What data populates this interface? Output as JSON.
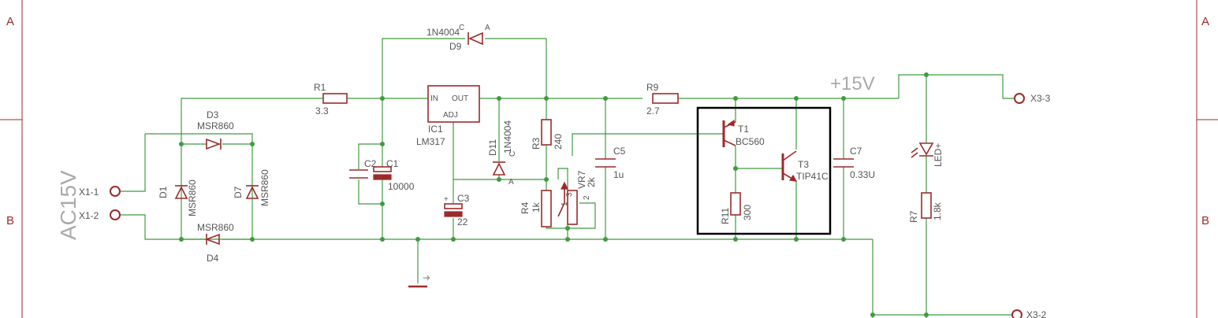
{
  "zones": {
    "a_left": "A",
    "b_left": "B",
    "a_right": "A",
    "b_right": "B"
  },
  "labels": {
    "ac15v": "AC15V",
    "plus15v": "+15V",
    "x1_1": "X1-1",
    "x1_2": "X1-2",
    "x3_3": "X3-3",
    "x3_2": "X3-2",
    "d1": "D1",
    "d1_val": "MSR860",
    "d3": "D3",
    "d3_val": "MSR860",
    "d4": "D4",
    "d4_val": "MSR860",
    "d7": "D7",
    "d7_val": "MSR860",
    "r1": "R1",
    "r1_val": "3.3",
    "c2": "C2",
    "c1": "C1",
    "c1_val": "10000",
    "ic1": "IC1",
    "ic1_val": "LM317",
    "ic_in": "IN",
    "ic_out": "OUT",
    "ic_adj": "ADJ",
    "d9_val": "1N4004",
    "d9": "D9",
    "d9_c": "C",
    "d9_a": "A",
    "d11": "D11",
    "d11_val": "1N4004",
    "d11_c": "C",
    "d11_a": "A",
    "c3": "C3",
    "c3_val": "22",
    "c3_plus": "+",
    "r3": "R3",
    "r3_val": "240",
    "r4": "R4",
    "r4_val": "1k",
    "vr7": "VR7",
    "vr7_val": "2k",
    "vr7_p1": "1",
    "vr7_p2": "2",
    "vr7_p3": "3",
    "c5": "C5",
    "c5_val": "1u",
    "r9": "R9",
    "r9_val": "2.7",
    "t1": "T1",
    "t1_val": "BC560",
    "t3": "T3",
    "t3_val": "TIP41C",
    "r11": "R11",
    "r11_val": "300",
    "c7": "C7",
    "c7_val": "0.33U",
    "led": "LED+",
    "r7": "R7",
    "r7_val": "1.8k",
    "gnd": "⏚"
  },
  "colors": {
    "wire": "#3f9b3f",
    "part": "#9b2b2b",
    "text": "#555555",
    "net": "#aaaaaa"
  }
}
